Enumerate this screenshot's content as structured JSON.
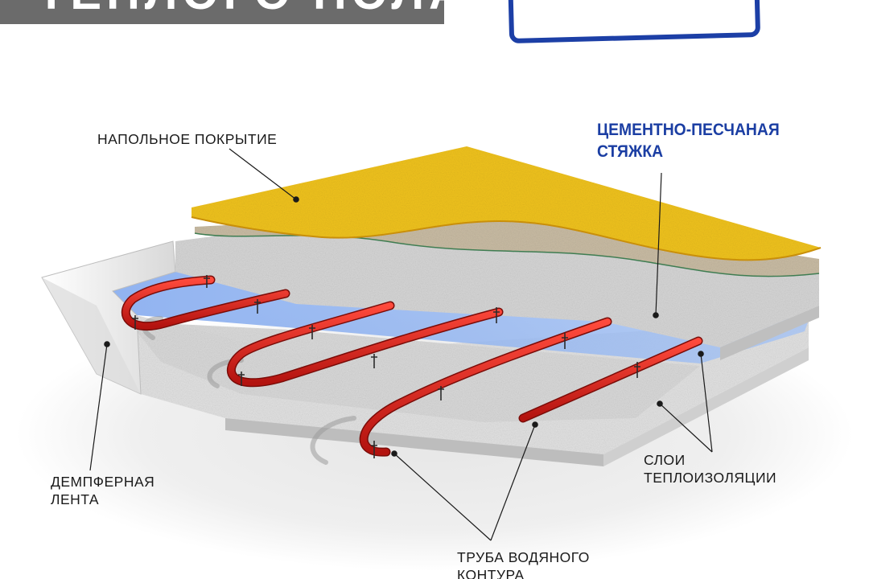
{
  "title_banner": {
    "text": "ТЕПЛОГО ПОЛА",
    "color": "#6b6b6b"
  },
  "stamp": {
    "color": "#1c3fa6"
  },
  "diagram": {
    "labels": {
      "floor_covering": "НАПОЛЬНОЕ ПОКРЫТИЕ",
      "screed_line1": "ЦЕМЕНТНО-ПЕСЧАНАЯ",
      "screed_line2": "СТЯЖКА",
      "damper_line1": "ДЕМПФЕРНАЯ",
      "damper_line2": "ЛЕНТА",
      "insulation_line1": "СЛОИ",
      "insulation_line2": "ТЕПЛОИЗОЛЯЦИИ",
      "pipe_line1": "ТРУБА ВОДЯНОГО",
      "pipe_line2": "КОНТУРА"
    },
    "colors": {
      "floor_covering": "#f0c31e",
      "underlay": "#c9bca4",
      "screed": "#d5d5d5",
      "film": "#8fb4ee",
      "pipe": "#d9221c",
      "accent_text": "#1b3ea3"
    }
  }
}
